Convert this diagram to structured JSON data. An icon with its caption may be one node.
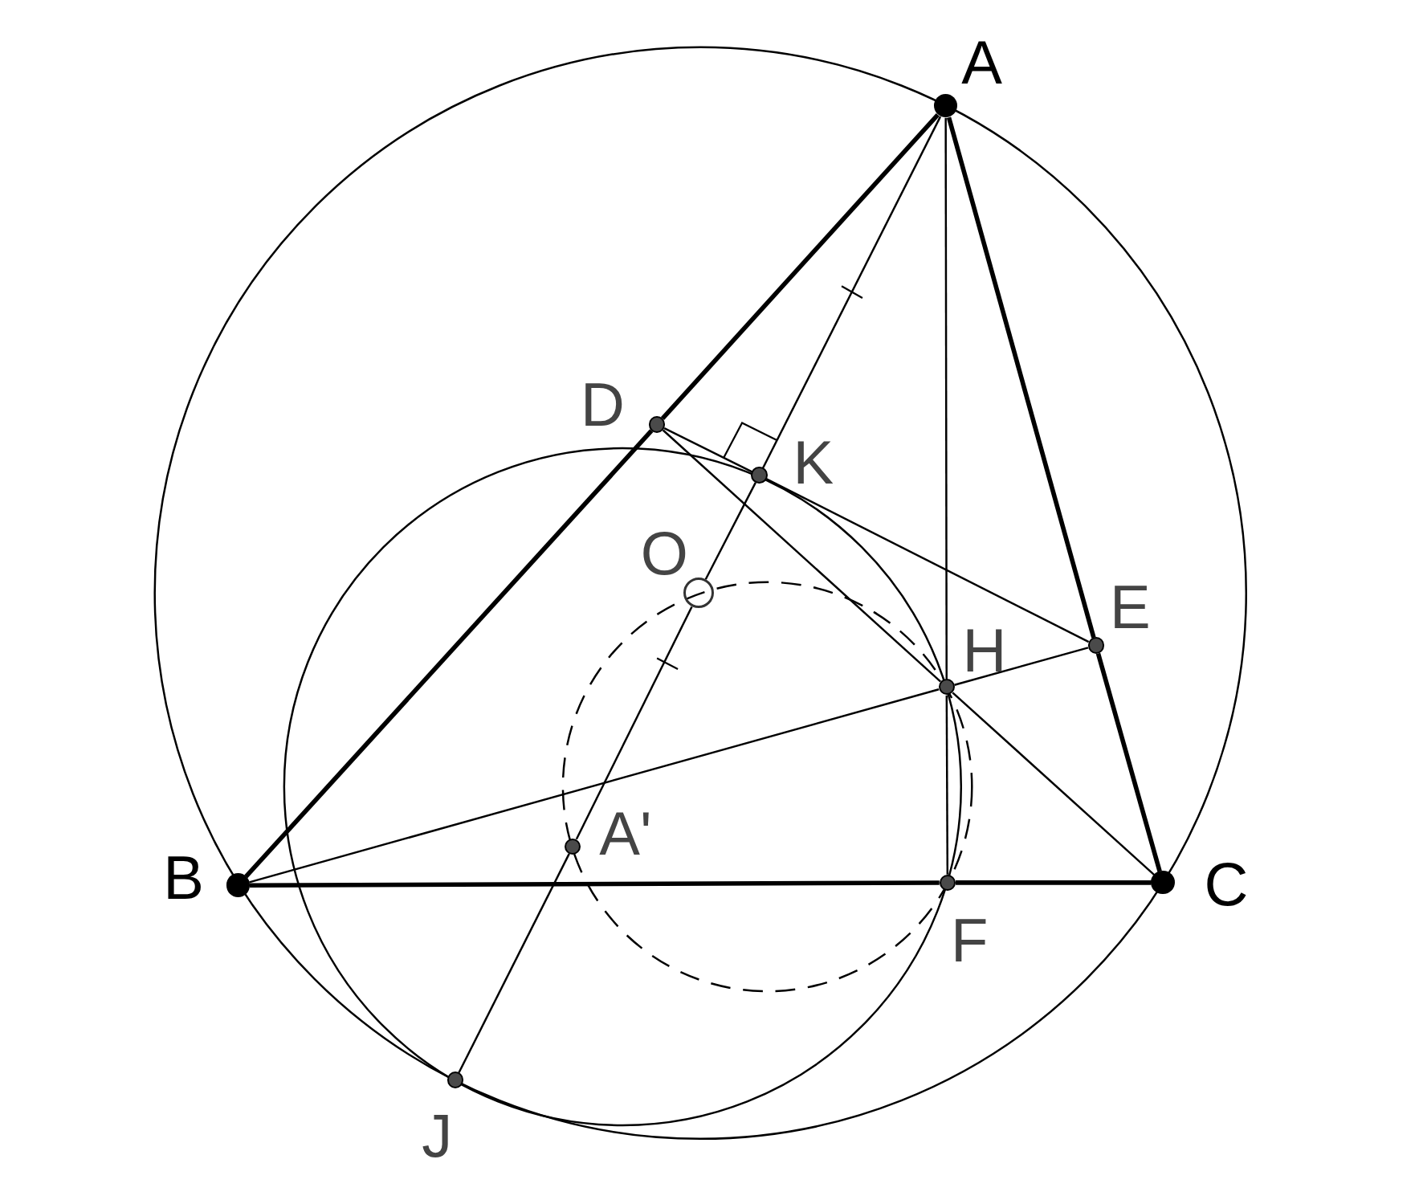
{
  "diagram": {
    "nodes": [
      {
        "text": [
          "A"
        ]
      },
      {
        "text": [
          "B"
        ]
      },
      {
        "text": [
          "C"
        ]
      },
      {
        "text": [
          "D"
        ]
      },
      {
        "text": [
          "E"
        ]
      },
      {
        "text": [
          "F"
        ]
      },
      {
        "text": [
          "H"
        ]
      },
      {
        "text": [
          "K"
        ]
      },
      {
        "text": [
          "O"
        ]
      },
      {
        "text": [
          "A'"
        ]
      },
      {
        "text": [
          "J"
        ]
      }
    ],
    "edges": [
      {
        "from": 0,
        "to": 3,
        "arrow": "none",
        "style": "thick"
      },
      {
        "from": 3,
        "to": 1,
        "arrow": "none",
        "style": "thick"
      },
      {
        "from": 0,
        "to": 4,
        "arrow": "none",
        "style": "thick"
      },
      {
        "from": 4,
        "to": 2,
        "arrow": "none",
        "style": "thick"
      },
      {
        "from": 1,
        "to": 5,
        "arrow": "none",
        "style": "thick"
      },
      {
        "from": 5,
        "to": 2,
        "arrow": "none",
        "style": "thick"
      },
      {
        "from": 0,
        "to": 6,
        "arrow": "none"
      },
      {
        "from": 6,
        "to": 5,
        "arrow": "none"
      },
      {
        "from": 1,
        "to": 6,
        "arrow": "none"
      },
      {
        "from": 6,
        "to": 4,
        "arrow": "none"
      },
      {
        "from": 2,
        "to": 6,
        "arrow": "none"
      },
      {
        "from": 6,
        "to": 3,
        "arrow": "none"
      },
      {
        "from": 3,
        "to": 7,
        "arrow": "none"
      },
      {
        "from": 7,
        "to": 4,
        "arrow": "none"
      },
      {
        "from": 0,
        "to": 7,
        "arrow": "none"
      },
      {
        "from": 7,
        "to": 8,
        "arrow": "none"
      },
      {
        "from": 8,
        "to": 9,
        "arrow": "none"
      },
      {
        "from": 9,
        "to": 10,
        "arrow": "none"
      }
    ]
  }
}
